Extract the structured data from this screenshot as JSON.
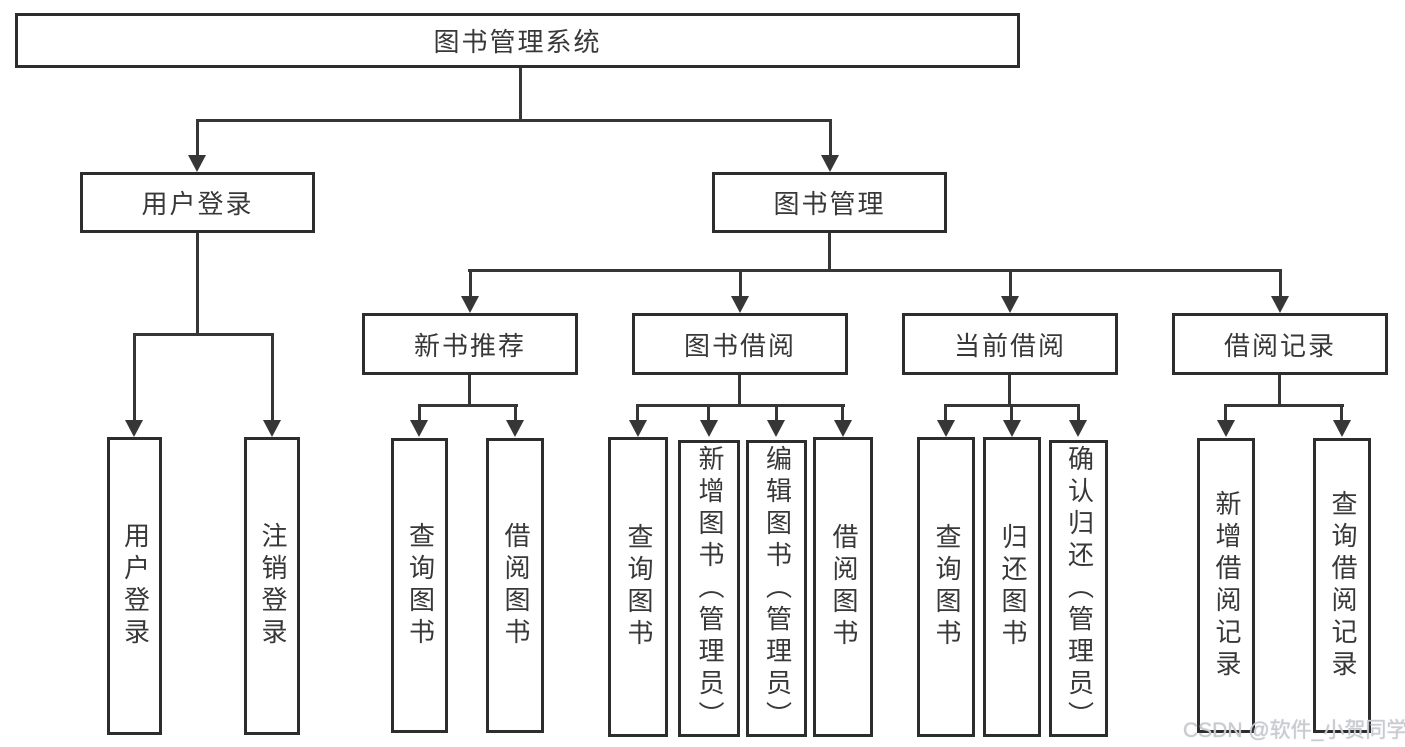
{
  "diagram": {
    "nodes": {
      "root": "图书管理系统",
      "user_login": "用户登录",
      "book_mgmt": "图书管理",
      "user_login_children": [
        "用户登录",
        "注销登录"
      ],
      "groups": [
        {
          "label": "新书推荐",
          "children": [
            "查询图书",
            "借阅图书"
          ]
        },
        {
          "label": "图书借阅",
          "children": [
            "查询图书",
            "新增图书（管理员）",
            "编辑图书（管理员）",
            "借阅图书"
          ]
        },
        {
          "label": "当前借阅",
          "children": [
            "查询图书",
            "归还图书",
            "确认归还（管理员）"
          ]
        },
        {
          "label": "借阅记录",
          "children": [
            "新增借阅记录",
            "查询借阅记录"
          ]
        }
      ]
    },
    "watermark": "CSDN @软件_小贺同学",
    "colors": {
      "line": "#363636",
      "box_border": "#2d2d2d",
      "text": "#383838",
      "background": "#ffffff",
      "watermark": "#c9cbd0"
    }
  }
}
